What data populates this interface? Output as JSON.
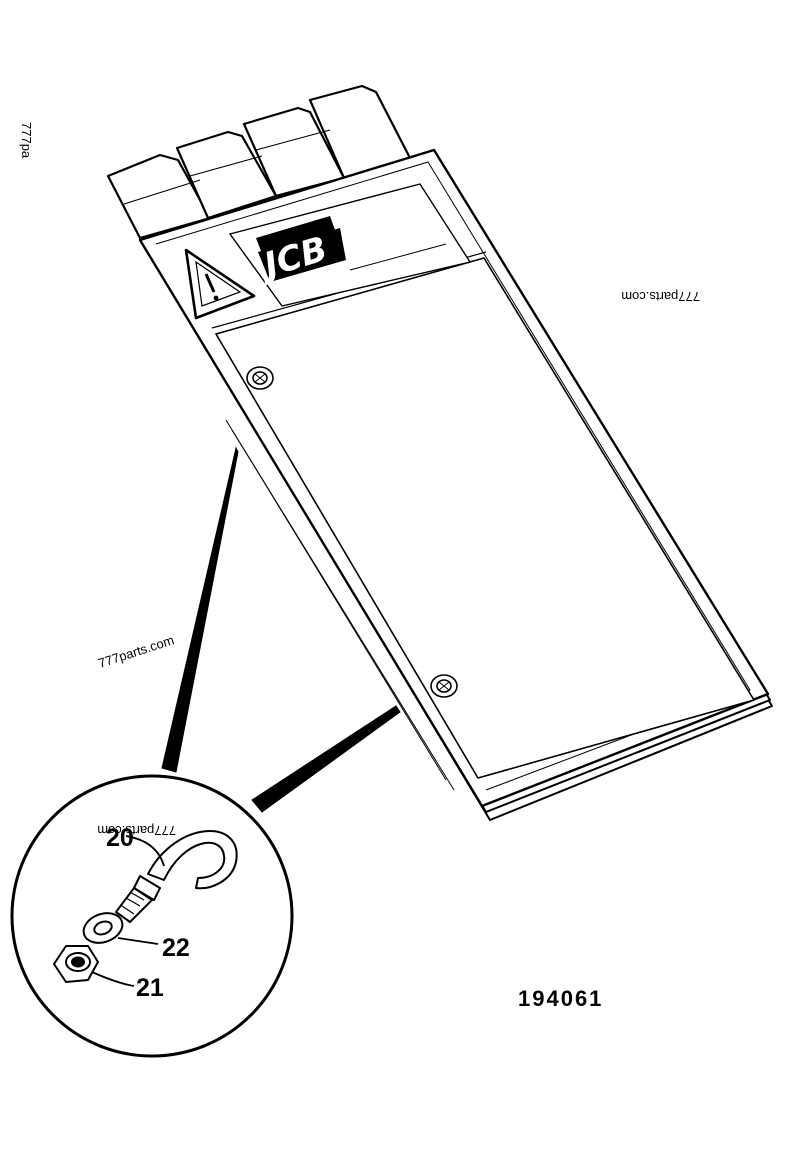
{
  "diagram": {
    "brand_logo": "JCB",
    "drawing_number": "194061",
    "callouts": [
      "20",
      "21",
      "22"
    ],
    "watermarks": [
      "777parts.com",
      "777parts.com",
      "777parts.com",
      "777pa"
    ],
    "icons": [
      "warning-triangle-icon"
    ]
  }
}
